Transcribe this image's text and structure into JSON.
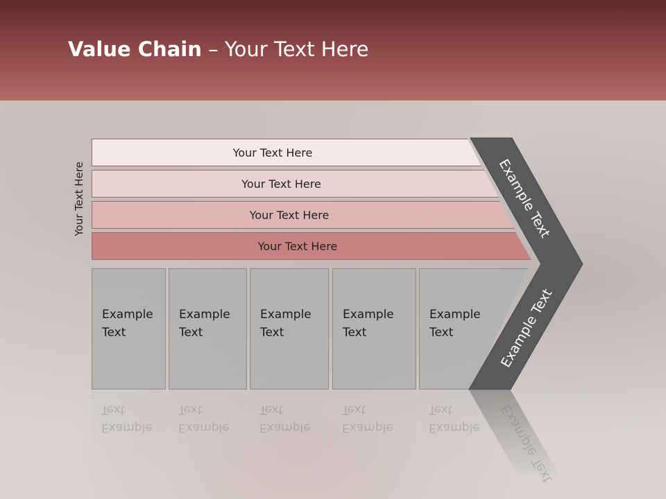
{
  "slide": {
    "title_bold": "Value Chain",
    "title_sep": " – ",
    "title_rest": "Your Text Here",
    "side_label": "Your Text Here"
  },
  "bars": [
    {
      "label": "Your Text Here"
    },
    {
      "label": "Your Text Here"
    },
    {
      "label": "Your Text Here"
    },
    {
      "label": "Your Text Here"
    }
  ],
  "columns": [
    {
      "line1": "Example",
      "line2": "Text"
    },
    {
      "line1": "Example",
      "line2": "Text"
    },
    {
      "line1": "Example",
      "line2": "Text"
    },
    {
      "line1": "Example",
      "line2": "Text"
    },
    {
      "line1": "Example",
      "line2": "Text"
    }
  ],
  "chevron": {
    "upper_label": "Example Text",
    "lower_label": "Example Text"
  },
  "colors": {
    "header_top": "#5e2a2b",
    "header_bottom": "#b56b66",
    "chevron_fill": "#5a5a5a",
    "column_fill": "#b2b2b2"
  }
}
